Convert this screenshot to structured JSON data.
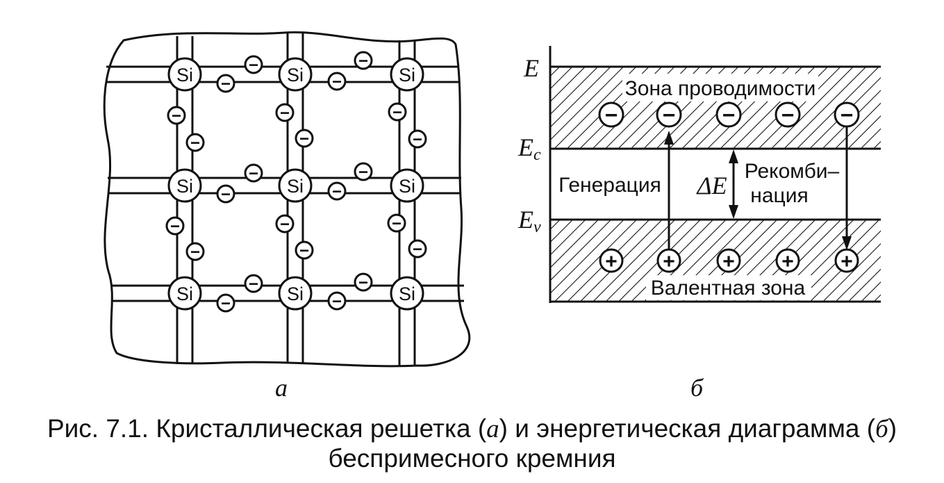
{
  "panel_a": {
    "atom_symbol": "Si",
    "electron_sign": "−",
    "subfigure_label": "а"
  },
  "panel_b": {
    "level_E": "E",
    "level_Ec_main": "E",
    "level_Ec_sub": "c",
    "level_Ev_main": "E",
    "level_Ev_sub": "v",
    "conduction_band_label": "Зона проводимости",
    "valence_band_label": "Валентная зона",
    "generation_label": "Генерация",
    "delta_E_label": "ΔE",
    "recombination_line1": "Рекомби–",
    "recombination_line2": "нация",
    "electron_sign": "−",
    "hole_sign": "+",
    "subfigure_label": "б"
  },
  "caption": {
    "line1_a": "Рис. 7.1. Кристаллическая решетка (",
    "line1_b": "а",
    "line1_c": ") и энергетическая диаграмма (",
    "line1_d": "б",
    "line1_e": ")",
    "line2": "беспримесного кремния"
  }
}
